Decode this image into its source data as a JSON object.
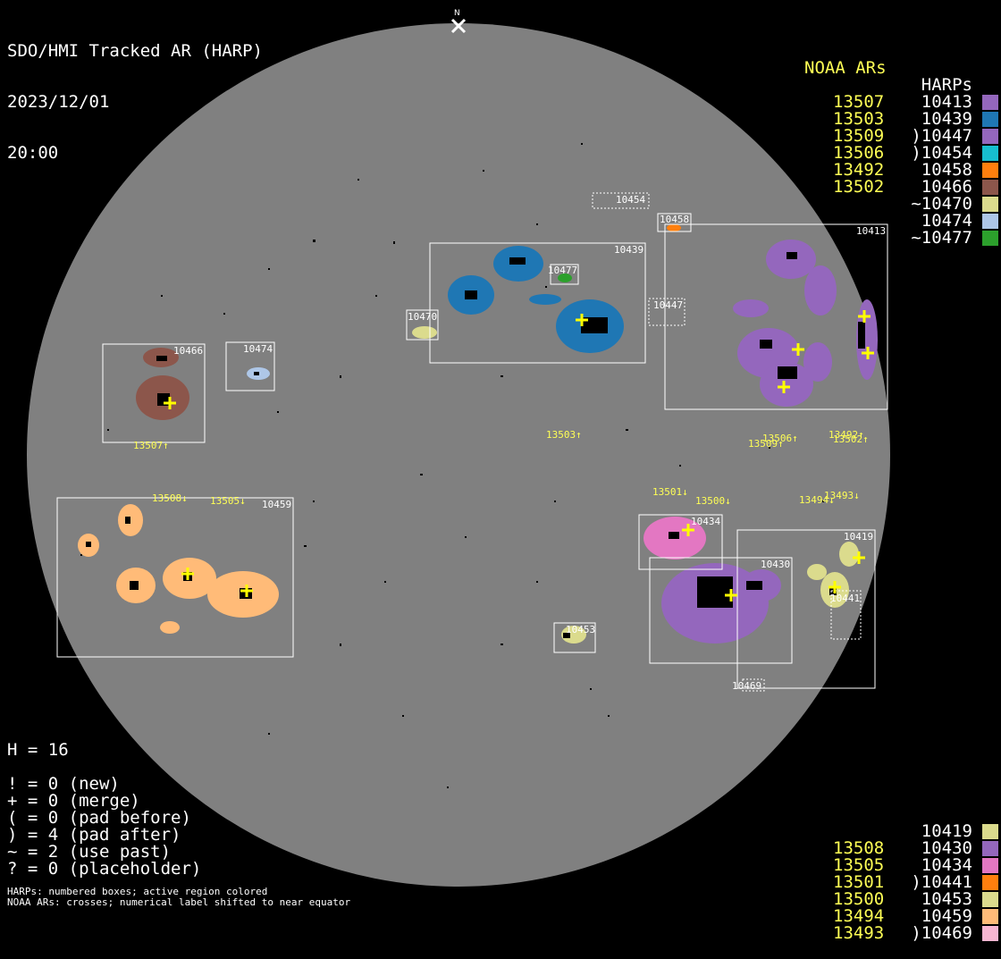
{
  "header": {
    "title": "SDO/HMI Tracked AR (HARP)",
    "date": "2023/12/01",
    "time": "20:00",
    "north_label": "N"
  },
  "colors": {
    "disk": "#808080",
    "background": "#000000",
    "noaa_text": "#ffff55",
    "cross": "#ffff00"
  },
  "legend_top": {
    "noaa_header": "NOAA ARs",
    "harp_header": "HARPs",
    "rows": [
      {
        "noaa": "13507",
        "harp": "10413",
        "color": "#9467bd"
      },
      {
        "noaa": "13503",
        "harp": "10439",
        "color": "#1f77b4"
      },
      {
        "noaa": "13509",
        "harp": ")10447",
        "color": "#9467bd"
      },
      {
        "noaa": "13506",
        "harp": ")10454",
        "color": "#17becf"
      },
      {
        "noaa": "13492",
        "harp": "10458",
        "color": "#ff7f0e"
      },
      {
        "noaa": "13502",
        "harp": "10466",
        "color": "#8c564b"
      },
      {
        "noaa": "",
        "harp": "~10470",
        "color": "#dbdb8d"
      },
      {
        "noaa": "",
        "harp": "10474",
        "color": "#aec7e8"
      },
      {
        "noaa": "",
        "harp": "~10477",
        "color": "#2ca02c"
      }
    ]
  },
  "legend_bottom": {
    "rows": [
      {
        "noaa": "",
        "harp": "10419",
        "color": "#dbdb8d"
      },
      {
        "noaa": "13508",
        "harp": "10430",
        "color": "#9467bd"
      },
      {
        "noaa": "13505",
        "harp": "10434",
        "color": "#e377c2"
      },
      {
        "noaa": "13501",
        "harp": ")10441",
        "color": "#ff7f0e"
      },
      {
        "noaa": "13500",
        "harp": "10453",
        "color": "#dbdb8d"
      },
      {
        "noaa": "13494",
        "harp": "10459",
        "color": "#ffbb78"
      },
      {
        "noaa": "13493",
        "harp": ")10469",
        "color": "#f7b6d2"
      }
    ]
  },
  "stats": {
    "h_count": "H = 16",
    "lines": [
      "! = 0 (new)",
      "+ = 0 (merge)",
      "( = 0 (pad before)",
      ") = 4 (pad after)",
      "~ = 2 (use past)",
      "? = 0 (placeholder)"
    ]
  },
  "footnotes": [
    "HARPs: numbered boxes; active region colored",
    "NOAA ARs: crosses; numerical label shifted to near equator"
  ],
  "harp_boxes": [
    {
      "id": "10454",
      "dotted": true
    },
    {
      "id": "10458",
      "dotted": false
    },
    {
      "id": "10413",
      "dotted": false
    },
    {
      "id": "10439",
      "dotted": false
    },
    {
      "id": "10477",
      "dotted": false
    },
    {
      "id": "10447",
      "dotted": true
    },
    {
      "id": "10470",
      "dotted": false
    },
    {
      "id": "10466",
      "dotted": false
    },
    {
      "id": "10474",
      "dotted": false
    },
    {
      "id": "10459",
      "dotted": false
    },
    {
      "id": "10434",
      "dotted": false
    },
    {
      "id": "10430",
      "dotted": false
    },
    {
      "id": "10419",
      "dotted": false
    },
    {
      "id": "10441",
      "dotted": true
    },
    {
      "id": "10453",
      "dotted": false
    },
    {
      "id": "10469",
      "dotted": true
    }
  ],
  "noaa_labels": [
    {
      "text": "13507↑"
    },
    {
      "text": "13503↑"
    },
    {
      "text": "13509↑"
    },
    {
      "text": "13506↑"
    },
    {
      "text": "13492↑"
    },
    {
      "text": "13502↑"
    },
    {
      "text": "13508↓"
    },
    {
      "text": "13505↓"
    },
    {
      "text": "13501↓"
    },
    {
      "text": "13500↓"
    },
    {
      "text": "13494↓"
    },
    {
      "text": "13493↓"
    }
  ]
}
